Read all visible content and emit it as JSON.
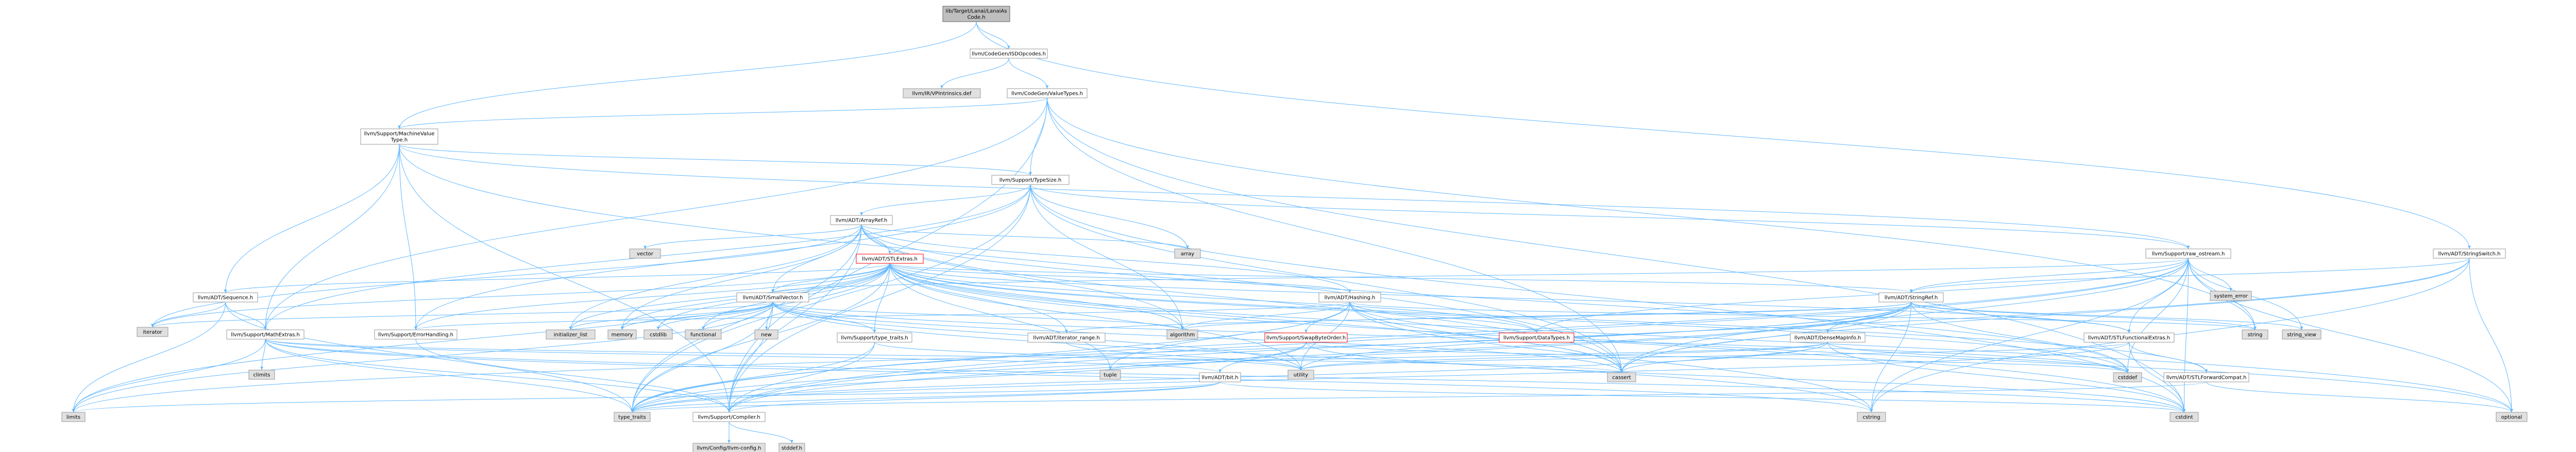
{
  "palette": {
    "root_fill": "#bfbfbf",
    "root_stroke": "#666666",
    "doc_fill": "#ffffff",
    "doc_stroke": "#999999",
    "sys_fill": "#e0e0e0",
    "sys_stroke": "#999999",
    "trunc_fill": "#ffffff",
    "trunc_stroke": "#ff0000",
    "edge": "#63b8ff"
  },
  "nodes": [
    {
      "id": "root",
      "kind": "root",
      "lines": [
        "lib/Target/Lanai/LanaiAs",
        "Code.h"
      ]
    },
    {
      "id": "isdopcodes",
      "kind": "doc",
      "lines": [
        "llvm/CodeGen/ISDOpcodes.h"
      ]
    },
    {
      "id": "stringswitch",
      "kind": "doc",
      "lines": [
        "llvm/ADT/StringSwitch.h"
      ]
    },
    {
      "id": "intrinsics",
      "kind": "sys",
      "lines": [
        "llvm/IR/VPIntrinsics.def"
      ]
    },
    {
      "id": "valuetypes",
      "kind": "doc",
      "lines": [
        "llvm/CodeGen/ValueTypes.h"
      ]
    },
    {
      "id": "mvt",
      "kind": "doc",
      "lines": [
        "llvm/Support/MachineValue",
        "Type.h"
      ]
    },
    {
      "id": "typesize",
      "kind": "doc",
      "lines": [
        "llvm/Support/TypeSize.h"
      ]
    },
    {
      "id": "arrayref",
      "kind": "doc",
      "lines": [
        "llvm/ADT/ArrayRef.h"
      ]
    },
    {
      "id": "vector",
      "kind": "sys",
      "lines": [
        "vector"
      ]
    },
    {
      "id": "stlextras",
      "kind": "trunc",
      "lines": [
        "llvm/ADT/STLExtras.h"
      ]
    },
    {
      "id": "array",
      "kind": "sys",
      "lines": [
        "array"
      ]
    },
    {
      "id": "raw_ostream",
      "kind": "doc",
      "lines": [
        "llvm/Support/raw_ostream.h"
      ]
    },
    {
      "id": "sequence",
      "kind": "doc",
      "lines": [
        "llvm/ADT/Sequence.h"
      ]
    },
    {
      "id": "smallvector",
      "kind": "doc",
      "lines": [
        "llvm/ADT/SmallVector.h"
      ]
    },
    {
      "id": "hashing",
      "kind": "doc",
      "lines": [
        "llvm/ADT/Hashing.h"
      ]
    },
    {
      "id": "system_error",
      "kind": "sys",
      "lines": [
        "system_error"
      ]
    },
    {
      "id": "stringref",
      "kind": "doc",
      "lines": [
        "llvm/ADT/StringRef.h"
      ]
    },
    {
      "id": "iterator",
      "kind": "sys",
      "lines": [
        "iterator"
      ]
    },
    {
      "id": "mathextras",
      "kind": "doc",
      "lines": [
        "llvm/Support/MathExtras.h"
      ]
    },
    {
      "id": "errorhandling",
      "kind": "doc",
      "lines": [
        "llvm/Support/ErrorHandling.h"
      ]
    },
    {
      "id": "initializer_list",
      "kind": "sys",
      "lines": [
        "initializer_list"
      ]
    },
    {
      "id": "memory",
      "kind": "sys",
      "lines": [
        "memory"
      ]
    },
    {
      "id": "cstdlib",
      "kind": "sys",
      "lines": [
        "cstdlib"
      ]
    },
    {
      "id": "functional",
      "kind": "sys",
      "lines": [
        "functional"
      ]
    },
    {
      "id": "new",
      "kind": "sys",
      "lines": [
        "new"
      ]
    },
    {
      "id": "typetraitsH",
      "kind": "doc",
      "lines": [
        "llvm/Support/type_traits.h"
      ]
    },
    {
      "id": "iterrange",
      "kind": "doc",
      "lines": [
        "llvm/ADT/iterator_range.h"
      ]
    },
    {
      "id": "swapbyteorder",
      "kind": "trunc",
      "lines": [
        "llvm/Support/SwapByteOrder.h"
      ]
    },
    {
      "id": "algorithm",
      "kind": "sys",
      "lines": [
        "algorithm"
      ]
    },
    {
      "id": "datatypes",
      "kind": "trunc",
      "lines": [
        "llvm/Support/DataTypes.h"
      ]
    },
    {
      "id": "densemapinfo",
      "kind": "doc",
      "lines": [
        "llvm/ADT/DenseMapInfo.h"
      ]
    },
    {
      "id": "stlfunctional",
      "kind": "doc",
      "lines": [
        "llvm/ADT/STLFunctionalExtras.h"
      ]
    },
    {
      "id": "stlforward",
      "kind": "doc",
      "lines": [
        "llvm/ADT/STLForwardCompat.h"
      ]
    },
    {
      "id": "string",
      "kind": "sys",
      "lines": [
        "string"
      ]
    },
    {
      "id": "string_view",
      "kind": "sys",
      "lines": [
        "string_view"
      ]
    },
    {
      "id": "climits",
      "kind": "sys",
      "lines": [
        "climits"
      ]
    },
    {
      "id": "tuple",
      "kind": "sys",
      "lines": [
        "tuple"
      ]
    },
    {
      "id": "bit",
      "kind": "doc",
      "lines": [
        "llvm/ADT/bit.h"
      ]
    },
    {
      "id": "utility",
      "kind": "sys",
      "lines": [
        "utility"
      ]
    },
    {
      "id": "cassert",
      "kind": "sys",
      "lines": [
        "cassert"
      ]
    },
    {
      "id": "cstddef",
      "kind": "sys",
      "lines": [
        "cstddef"
      ]
    },
    {
      "id": "cstring",
      "kind": "sys",
      "lines": [
        "cstring"
      ]
    },
    {
      "id": "cstdint",
      "kind": "sys",
      "lines": [
        "cstdint"
      ]
    },
    {
      "id": "optional",
      "kind": "sys",
      "lines": [
        "optional"
      ]
    },
    {
      "id": "limits",
      "kind": "sys",
      "lines": [
        "limits"
      ]
    },
    {
      "id": "type_traits",
      "kind": "sys",
      "lines": [
        "type_traits"
      ]
    },
    {
      "id": "compiler",
      "kind": "doc",
      "lines": [
        "llvm/Support/Compiler.h"
      ]
    },
    {
      "id": "config",
      "kind": "sys",
      "lines": [
        "llvm/Config/llvm-config.h"
      ]
    },
    {
      "id": "stddef",
      "kind": "sys",
      "lines": [
        "stddef.h"
      ]
    }
  ]
}
